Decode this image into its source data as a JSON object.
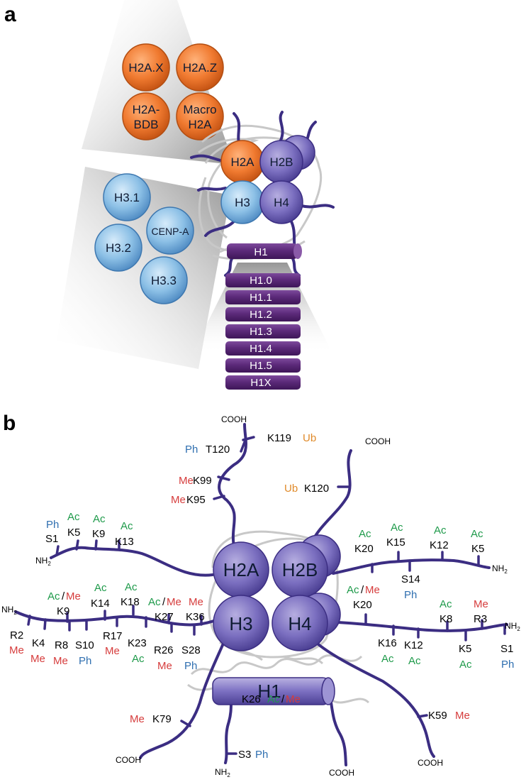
{
  "panel_a": {
    "letter": "a",
    "variants_h2a": [
      "H2A.X",
      "H2A.Z",
      "H2A-",
      "BDB",
      "Macro",
      "H2A"
    ],
    "variants_h3": [
      "H3.1",
      "CENP-A",
      "H3.2",
      "H3.3"
    ],
    "core": [
      "H2A",
      "H2B",
      "H3",
      "H4"
    ],
    "h1": "H1",
    "h1_variants": [
      "H1.0",
      "H1.1",
      "H1.2",
      "H1.3",
      "H1.4",
      "H1.5",
      "H1X"
    ]
  },
  "panel_b": {
    "letter": "b",
    "core": [
      "H2A",
      "H2B",
      "H3",
      "H4"
    ],
    "h1": "H1",
    "terms": {
      "cooh": "COOH",
      "nh": "NH",
      "sub2": "2"
    },
    "mods": {
      "ac": "Ac",
      "me": "Me",
      "ph": "Ph",
      "ub": "Ub",
      "slash": "/"
    },
    "residues": {
      "h2a_top": [
        "K119",
        "T120",
        "K99",
        "K95"
      ],
      "h2b_top": [
        "K120"
      ],
      "h2a_n": [
        "S1",
        "K5",
        "K9",
        "K13"
      ],
      "h2b_n": [
        "K20",
        "K15",
        "K12",
        "K5",
        "S14"
      ],
      "h3_n": [
        "R2",
        "K4",
        "R8",
        "K9",
        "S10",
        "K14",
        "R17",
        "K18",
        "K23",
        "K27",
        "R26",
        "S28",
        "K36"
      ],
      "h4_n": [
        "K20",
        "K16",
        "K12",
        "K8",
        "R3",
        "K5",
        "S1"
      ],
      "h3_c": [
        "K79"
      ],
      "h4_c": [
        "K59"
      ],
      "h1_n": [
        "K26",
        "S3"
      ]
    }
  },
  "colors": {
    "orange": "#e8732a",
    "blue": "#6fa8d8",
    "purple": "#5a4a9e",
    "dark_purple": "#3b2d82",
    "h1_purple": "#5c2a7a",
    "ac_green": "#1e9a4a",
    "me_red": "#d63c3c",
    "ph_blue": "#2f6fb0",
    "ub_orange": "#e08a2a"
  }
}
